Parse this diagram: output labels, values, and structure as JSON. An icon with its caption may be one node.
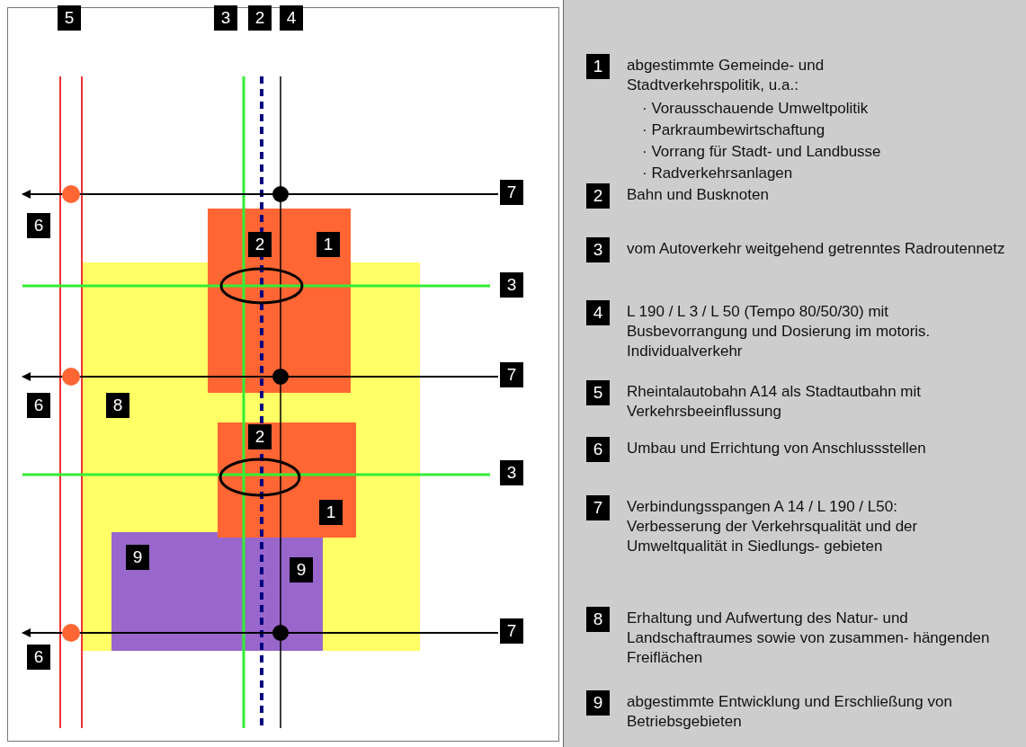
{
  "diagram": {
    "nodes": [
      {
        "text": [
          "5"
        ]
      },
      {
        "text": [
          "3"
        ]
      },
      {
        "text": [
          "2"
        ]
      },
      {
        "text": [
          "4"
        ]
      },
      {
        "text": [
          "7"
        ]
      },
      {
        "text": [
          "6"
        ]
      },
      {
        "text": [
          "2"
        ]
      },
      {
        "text": [
          "1"
        ]
      },
      {
        "text": [
          "3"
        ]
      },
      {
        "text": [
          "7"
        ]
      },
      {
        "text": [
          "6"
        ]
      },
      {
        "text": [
          "8"
        ]
      },
      {
        "text": [
          "2"
        ]
      },
      {
        "text": [
          "3"
        ]
      },
      {
        "text": [
          "1"
        ]
      },
      {
        "text": [
          "9"
        ]
      },
      {
        "text": [
          "9"
        ]
      },
      {
        "text": [
          "7"
        ]
      },
      {
        "text": [
          "6"
        ]
      },
      {
        "text": [
          "1"
        ],
        "beside": [
          "abgestimmte Gemeinde- und Stadtverkehrspolitik, u.a.:",
          "· Vorausschauende Umweltpolitik",
          "· Parkraumbewirtschaftung",
          "· Vorrang für Stadt- und Landbusse",
          "· Radverkehrsanlagen"
        ]
      },
      {
        "text": [
          "2"
        ],
        "beside": [
          "Bahn und Busknoten"
        ]
      },
      {
        "text": [
          "3"
        ],
        "beside": [
          "vom Autoverkehr weitgehend getrenntes Radroutennetz"
        ]
      },
      {
        "text": [
          "4"
        ],
        "beside": [
          "L 190 / L 3 / L 50 (Tempo 80/50/30) mit Busbevorrangung und Dosierung im motoris. Individualverkehr"
        ]
      },
      {
        "text": [
          "5"
        ],
        "beside": [
          "Rheintalautobahn A14 als Stadtautbahn mit Verkehrsbeeinflussung"
        ]
      },
      {
        "text": [
          "6"
        ],
        "beside": [
          "Umbau und Errichtung von Anschlussstellen"
        ]
      },
      {
        "text": [
          "7"
        ],
        "beside": [
          "Verbindungsspangen A 14 / L 190 / L50: Verbesserung der Verkehrsqualität und der Umweltqualität in Siedlungs- gebieten"
        ]
      },
      {
        "text": [
          "8"
        ],
        "beside": [
          "Erhaltung und Aufwertung des Natur- und Landschaftraumes sowie von zusammen- hängenden Freiflächen"
        ]
      },
      {
        "text": [
          "9"
        ],
        "beside": [
          "abgestimmte Entwicklung und Erschließung von Betriebsgebieten"
        ]
      },
      {
        "text": [],
        "shape": "ellipse"
      },
      {
        "text": [],
        "shape": "ellipse"
      }
    ],
    "edges": [
      {
        "from": 4,
        "to": 5,
        "arrow": "to"
      },
      {
        "from": 9,
        "to": 10,
        "arrow": "to"
      },
      {
        "from": 17,
        "to": 18,
        "arrow": "to"
      }
    ]
  }
}
